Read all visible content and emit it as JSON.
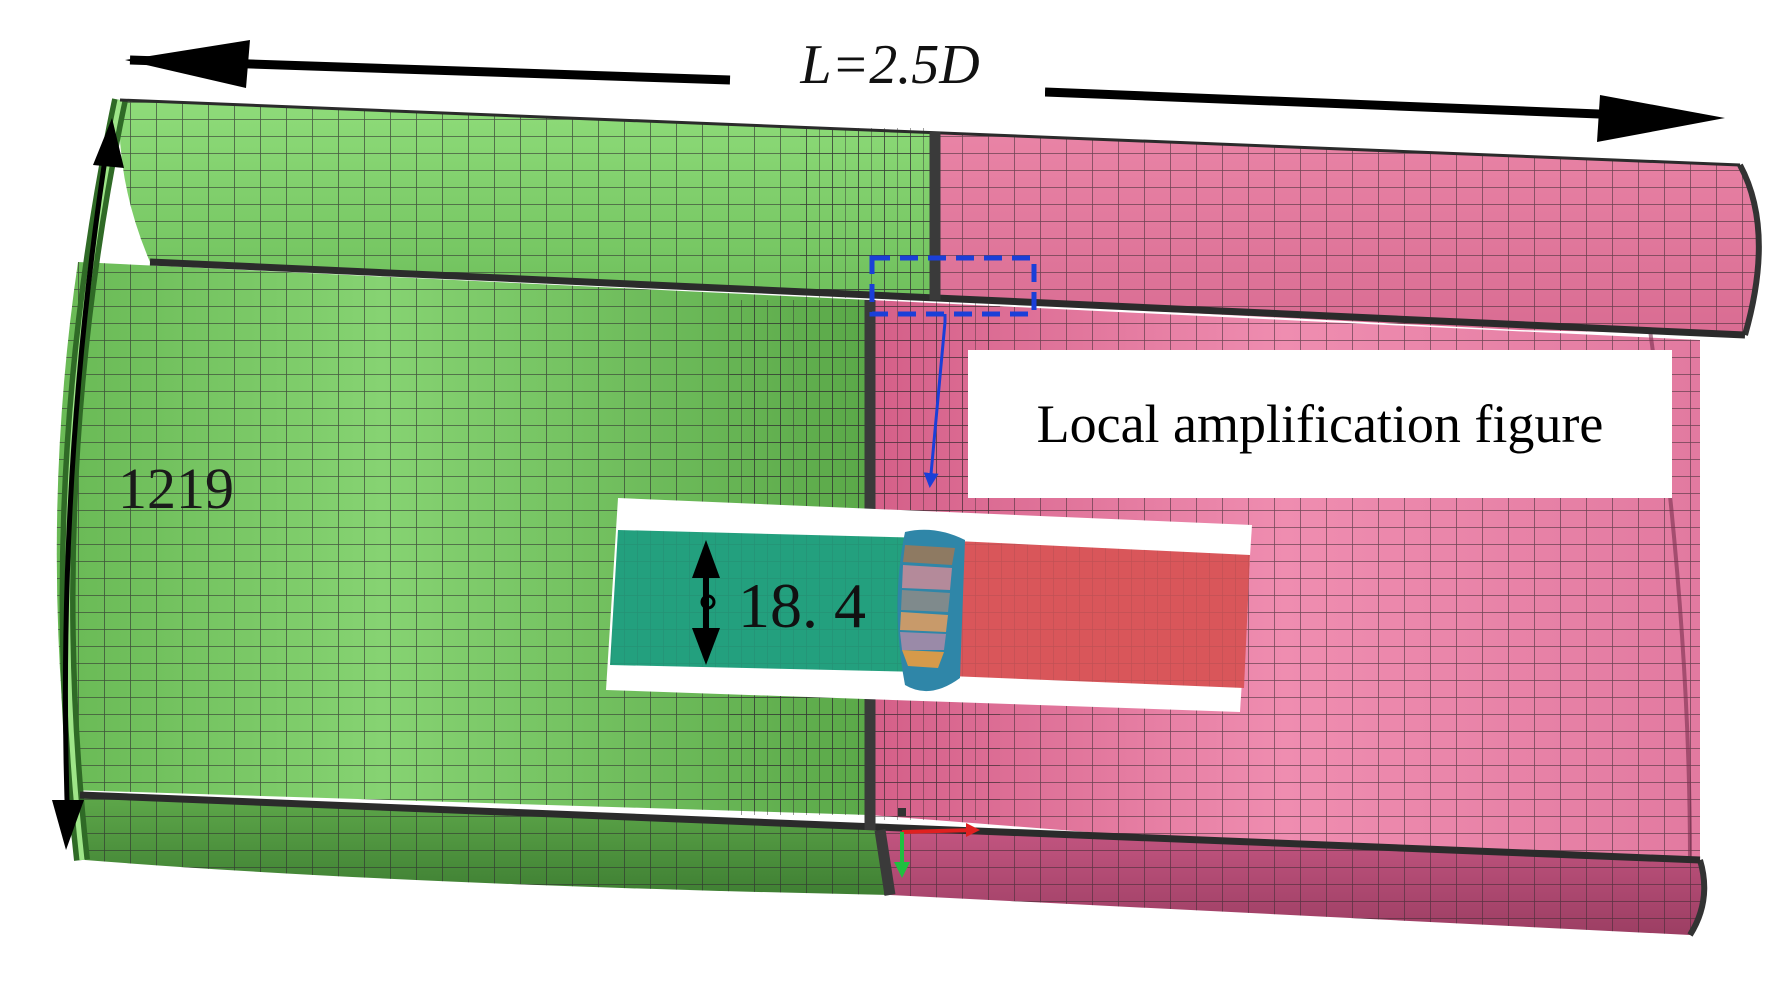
{
  "labels": {
    "length": "L=2.5D",
    "diameter": "1219",
    "thickness": "18. 4",
    "callout": "Local amplification figure"
  },
  "colors": {
    "green_pipe": "#7fcf6a",
    "green_pipe_dark": "#4f9a3f",
    "pink_pipe": "#e6799c",
    "pink_pipe_dark": "#b84d73",
    "mesh_line": "#2f2f2f",
    "weld_seam": "#3a3a3a",
    "detail_green": "#23a07e",
    "detail_red": "#d9565a",
    "dashed_box": "#1a3fd8",
    "axis_red": "#e02020",
    "axis_green": "#20c040"
  },
  "icons": {
    "dimension_arrow": "double-headed-arrow-icon",
    "pointer_arrow": "down-arrow-icon",
    "axis_triad": "coordinate-axis-icon"
  }
}
